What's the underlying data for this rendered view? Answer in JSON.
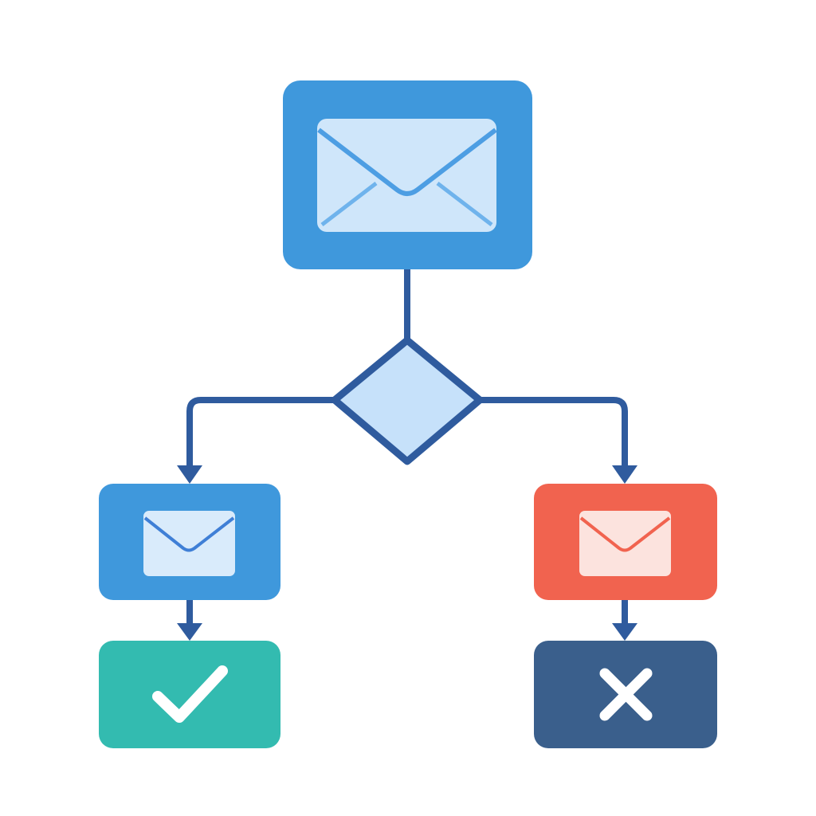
{
  "diagram": {
    "type": "flowchart",
    "nodes": [
      {
        "id": "incoming-email",
        "shape": "rounded-rectangle",
        "icon": "envelope-icon",
        "fill": "#3F98DC",
        "icon_fill": "#CFE6FA",
        "icon_stroke": "#4D9EE3"
      },
      {
        "id": "decision",
        "shape": "diamond",
        "icon": "",
        "fill": "#C6E1FA",
        "stroke": "#2F5B9E"
      },
      {
        "id": "accepted-email",
        "shape": "rounded-rectangle",
        "icon": "envelope-icon",
        "fill": "#3F98DC",
        "icon_fill": "#D9EBFB",
        "icon_stroke": "#3F7FD6"
      },
      {
        "id": "rejected-email",
        "shape": "rounded-rectangle",
        "icon": "envelope-icon",
        "fill": "#F1634F",
        "icon_fill": "#FCE3DE",
        "icon_stroke": "#F1634F"
      },
      {
        "id": "success",
        "shape": "rounded-rectangle",
        "icon": "check-icon",
        "fill": "#33BBB0",
        "icon_stroke": "#FFFFFF"
      },
      {
        "id": "failure",
        "shape": "rounded-rectangle",
        "icon": "x-icon",
        "fill": "#3A5F8C",
        "icon_stroke": "#FFFFFF"
      }
    ],
    "edges": [
      {
        "from": "incoming-email",
        "to": "decision",
        "arrow": false
      },
      {
        "from": "decision",
        "to": "accepted-email",
        "arrow": true
      },
      {
        "from": "decision",
        "to": "rejected-email",
        "arrow": true
      },
      {
        "from": "accepted-email",
        "to": "success",
        "arrow": true
      },
      {
        "from": "rejected-email",
        "to": "failure",
        "arrow": true
      }
    ],
    "colors": {
      "connector": "#2F5B9E",
      "background": "#FFFFFF"
    }
  }
}
